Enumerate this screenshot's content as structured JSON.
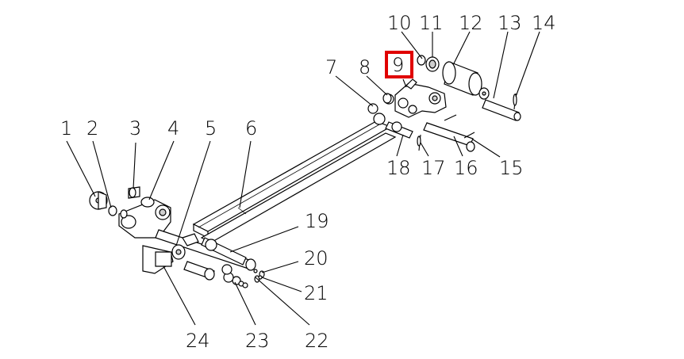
{
  "diagram": {
    "highlight_color": "#e00000",
    "highlighted_label": "9",
    "labels": [
      "1",
      "2",
      "3",
      "4",
      "5",
      "6",
      "7",
      "8",
      "9",
      "10",
      "11",
      "12",
      "13",
      "14",
      "15",
      "16",
      "17",
      "18",
      "19",
      "20",
      "21",
      "22",
      "23",
      "24"
    ]
  }
}
